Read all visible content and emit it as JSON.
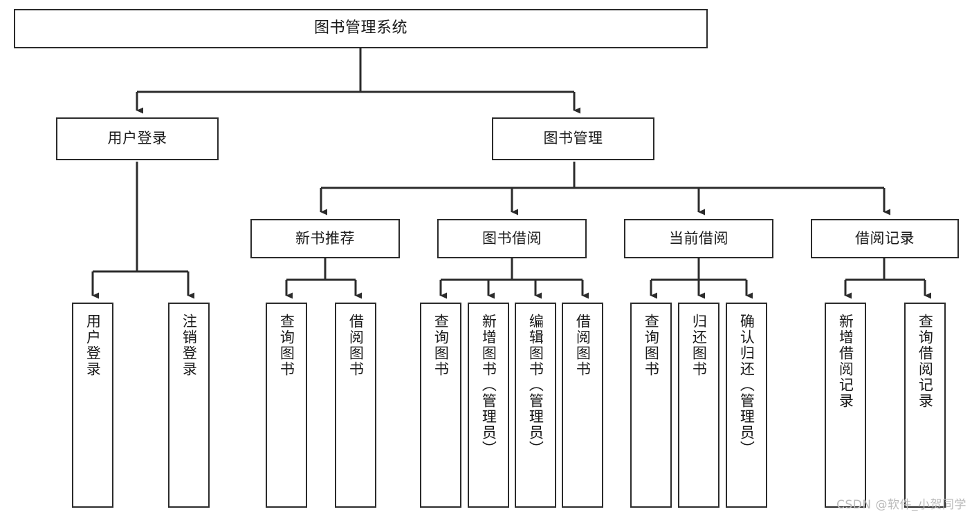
{
  "diagram": {
    "type": "tree",
    "title": "图书管理系统",
    "orientation": "top-down",
    "colors": {
      "background": "#ffffff",
      "node_border": "#2b2b2b",
      "node_fill": "#ffffff",
      "edge": "#2b2b2b",
      "text": "#1a1a1a",
      "watermark": "#b9b9b9"
    }
  },
  "watermark": {
    "text": "CSDN @软件_小贺同学"
  },
  "nodes": {
    "root": {
      "label": "图书管理系统"
    },
    "level2": [
      {
        "id": "user-login",
        "label": "用户登录"
      },
      {
        "id": "book-manage",
        "label": "图书管理"
      }
    ],
    "level3": [
      {
        "id": "new-book-recommend",
        "label": "新书推荐"
      },
      {
        "id": "book-borrow",
        "label": "图书借阅"
      },
      {
        "id": "current-borrow",
        "label": "当前借阅"
      },
      {
        "id": "borrow-record",
        "label": "借阅记录"
      }
    ],
    "leaves": {
      "user_login": [
        {
          "id": "leaf-user-login",
          "label": "用户登录"
        },
        {
          "id": "leaf-logout-login",
          "label": "注销登录"
        }
      ],
      "new_book_recommend": [
        {
          "id": "leaf-query-book-1",
          "label": "查询图书"
        },
        {
          "id": "leaf-borrow-book-1",
          "label": "借阅图书"
        }
      ],
      "book_borrow": [
        {
          "id": "leaf-query-book-2",
          "label": "查询图书"
        },
        {
          "id": "leaf-add-book",
          "label": "新增图书（管理员）"
        },
        {
          "id": "leaf-edit-book",
          "label": "编辑图书（管理员）"
        },
        {
          "id": "leaf-borrow-book-2",
          "label": "借阅图书"
        }
      ],
      "current_borrow": [
        {
          "id": "leaf-query-book-3",
          "label": "查询图书"
        },
        {
          "id": "leaf-return-book",
          "label": "归还图书"
        },
        {
          "id": "leaf-confirm-return",
          "label": "确认归还（管理员）"
        }
      ],
      "borrow_record": [
        {
          "id": "leaf-add-record",
          "label": "新增借阅记录"
        },
        {
          "id": "leaf-query-record",
          "label": "查询借阅记录"
        }
      ]
    }
  }
}
